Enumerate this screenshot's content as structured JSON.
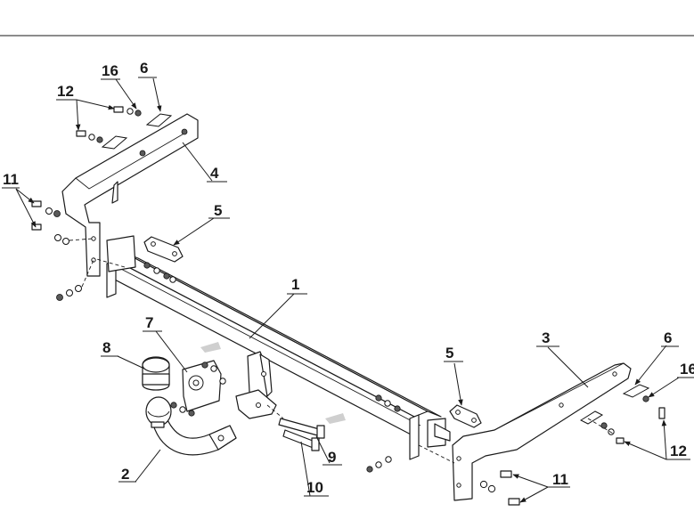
{
  "callouts": {
    "p1": "1",
    "p2": "2",
    "p3": "3",
    "p4": "4",
    "p5_left": "5",
    "p5_right": "5",
    "p6_left": "6",
    "p6_right": "6",
    "p7": "7",
    "p8": "8",
    "p9": "9",
    "p10": "10",
    "p11_left": "11",
    "p11_right": "11",
    "p12_left": "12",
    "p12_right": "12",
    "p16_left": "16",
    "p16_right": "16"
  }
}
